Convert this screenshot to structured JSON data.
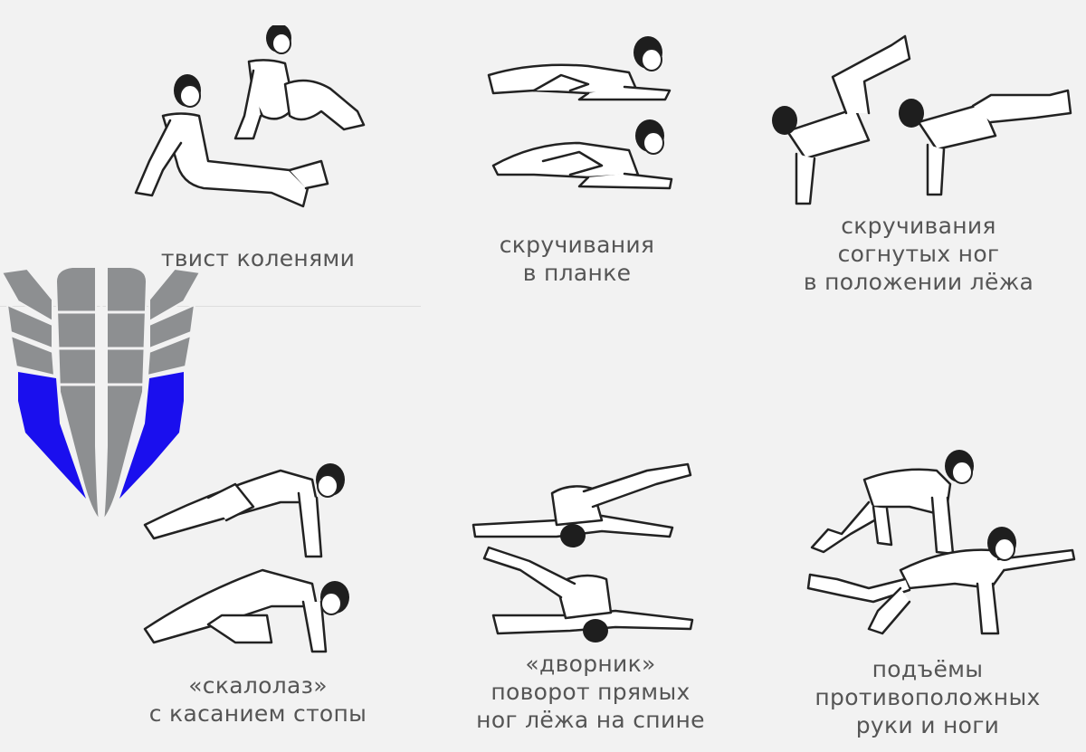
{
  "colors": {
    "background": "#f2f2f2",
    "caption_text": "#555555",
    "muscle_gray": "#8d8f91",
    "muscle_highlight": "#1a0fee"
  },
  "exercises": [
    {
      "id": "knee-twist",
      "lines": [
        "твист коленями"
      ]
    },
    {
      "id": "plank-crunch",
      "lines": [
        "скручивания",
        "в планке"
      ]
    },
    {
      "id": "lying-bent-leg-crunch",
      "lines": [
        "скручивания",
        "согнутых ног",
        "в положении лёжа"
      ]
    },
    {
      "id": "climber-foot-touch",
      "lines": [
        "«скалолаз»",
        "с касанием стопы"
      ]
    },
    {
      "id": "windshield-wiper",
      "lines": [
        "«дворник»",
        "поворот прямых",
        "ног лёжа на спине"
      ]
    },
    {
      "id": "opposite-arm-leg-raise",
      "lines": [
        "подъёмы",
        "противоположных",
        "руки и ноги"
      ]
    }
  ],
  "muscle_diagram": {
    "icon": "abdominal-muscles-icon",
    "highlight": "obliques"
  }
}
